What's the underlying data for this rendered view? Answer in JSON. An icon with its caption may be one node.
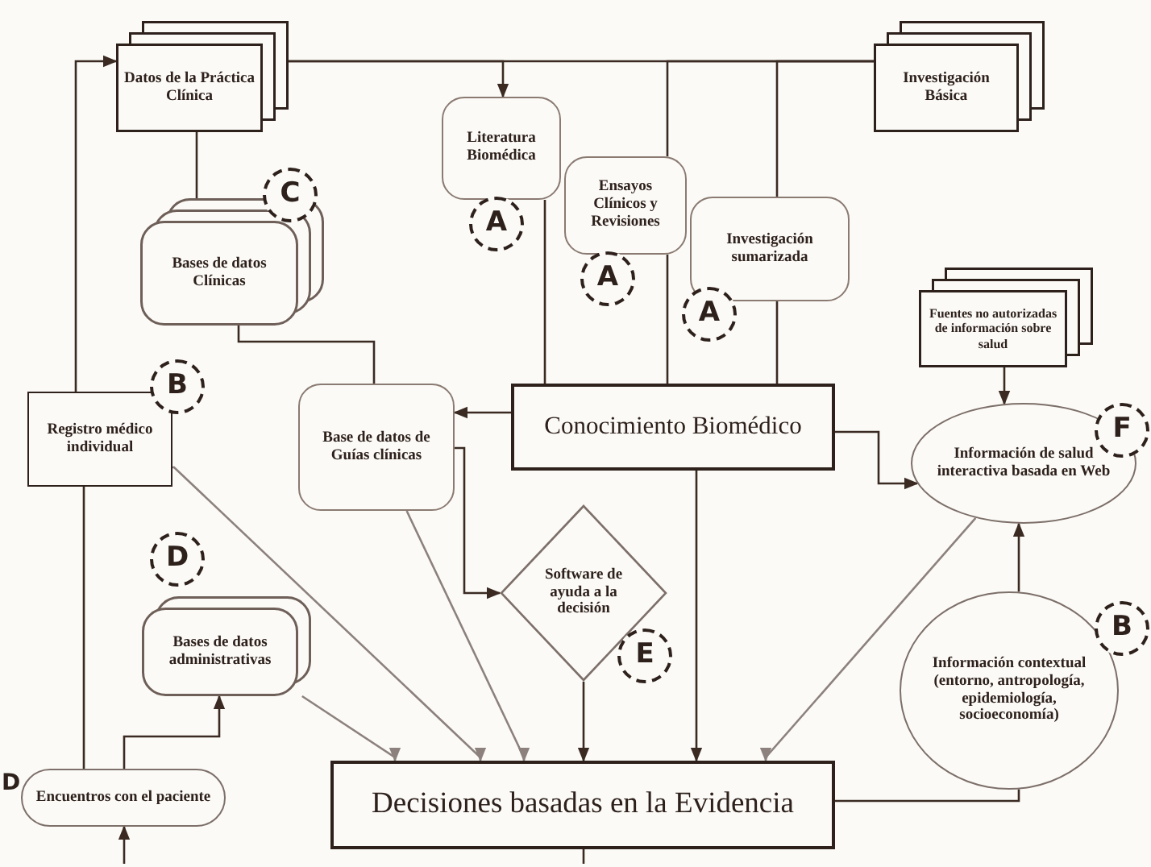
{
  "diagram": {
    "nodes": [
      {
        "text": [
          "Datos de la Práctica Clínica"
        ]
      },
      {
        "text": [
          "Investigación Básica"
        ]
      },
      {
        "text": [
          "Literatura Biomédica"
        ]
      },
      {
        "text": [
          "Ensayos Clínicos y Revisiones"
        ]
      },
      {
        "text": [
          "Investigación sumarizada"
        ]
      },
      {
        "text": [
          "Bases de datos Clínicas"
        ]
      },
      {
        "text": [
          "Fuentes no autorizadas de información sobre salud"
        ]
      },
      {
        "text": [
          "Registro médico individual"
        ]
      },
      {
        "text": [
          "Base de datos de Guías clínicas"
        ]
      },
      {
        "text": [
          "Conocimiento Biomédico"
        ]
      },
      {
        "text": [
          "Información de salud interactiva basada en Web"
        ]
      },
      {
        "text": [
          "Software de ayuda a la decisión"
        ]
      },
      {
        "text": [
          "Bases de datos administrativas"
        ]
      },
      {
        "text": [
          "Información contextual (entorno, antropología, epidemiología, socioeconomía)"
        ]
      },
      {
        "text": [
          "Encuentros con el paciente"
        ]
      },
      {
        "text": [
          "Decisiones basadas en la Evidencia"
        ]
      },
      {
        "text": [
          "C"
        ]
      },
      {
        "text": [
          "A"
        ]
      },
      {
        "text": [
          "A"
        ]
      },
      {
        "text": [
          "A"
        ]
      },
      {
        "text": [
          "B"
        ]
      },
      {
        "text": [
          "D"
        ]
      },
      {
        "text": [
          "E"
        ]
      },
      {
        "text": [
          "F"
        ]
      },
      {
        "text": [
          "B"
        ]
      }
    ],
    "edges": [
      {
        "from": 0,
        "to": 1,
        "arrow": "none"
      },
      {
        "from": 0,
        "to": 2,
        "arrow": "to"
      },
      {
        "from": 1,
        "to": 3,
        "arrow": "none"
      },
      {
        "from": 1,
        "to": 4,
        "arrow": "none"
      },
      {
        "from": 2,
        "to": 9,
        "arrow": "none"
      },
      {
        "from": 3,
        "to": 9,
        "arrow": "none"
      },
      {
        "from": 4,
        "to": 9,
        "arrow": "none"
      },
      {
        "from": 0,
        "to": 5,
        "arrow": "none"
      },
      {
        "from": 5,
        "to": 8,
        "arrow": "none"
      },
      {
        "from": 9,
        "to": 8,
        "arrow": "to"
      },
      {
        "from": 8,
        "to": 11,
        "arrow": "to"
      },
      {
        "from": 11,
        "to": 15,
        "arrow": "to"
      },
      {
        "from": 9,
        "to": 15,
        "arrow": "to"
      },
      {
        "from": 9,
        "to": 10,
        "arrow": "to"
      },
      {
        "from": 6,
        "to": 10,
        "arrow": "to"
      },
      {
        "from": 13,
        "to": 10,
        "arrow": "to"
      },
      {
        "from": 13,
        "to": 15,
        "arrow": "none"
      },
      {
        "from": 10,
        "to": 15,
        "arrow": "to",
        "color": "#8c817d"
      },
      {
        "from": 8,
        "to": 15,
        "arrow": "to",
        "color": "#8c817d"
      },
      {
        "from": 7,
        "to": 15,
        "arrow": "to",
        "color": "#8c817d"
      },
      {
        "from": 12,
        "to": 15,
        "arrow": "to",
        "color": "#8c817d"
      },
      {
        "from": 14,
        "to": 12,
        "arrow": "to"
      },
      {
        "from": 14,
        "to": 7,
        "arrow": "none"
      },
      {
        "from": 7,
        "to": 0,
        "arrow": "to"
      },
      {
        "from": null,
        "to": 14,
        "arrow": "to"
      },
      {
        "from": 15,
        "to": null,
        "arrow": "none"
      }
    ],
    "labels": [
      "D"
    ]
  }
}
